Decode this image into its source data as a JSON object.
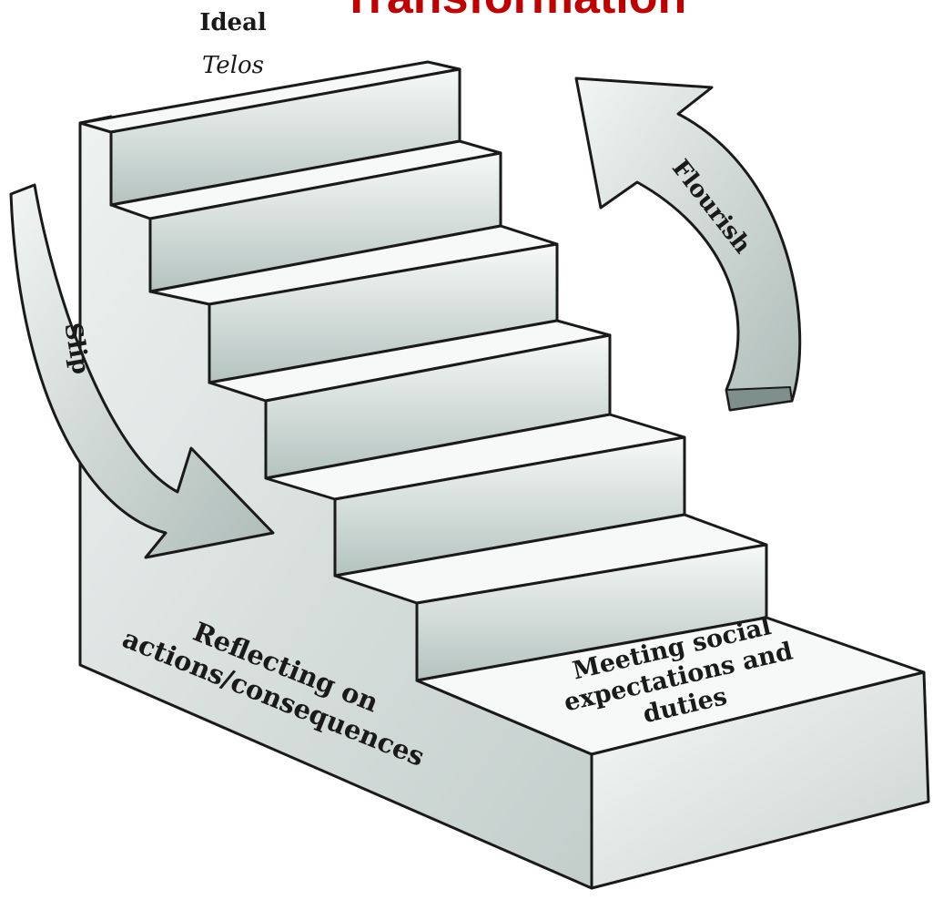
{
  "title": "Transformation",
  "top_label": {
    "ideal": "Ideal",
    "telos": "Telos"
  },
  "arrows": {
    "flourish": "Flourish",
    "slip": "Slip"
  },
  "base_label": {
    "line1": "Meeting social",
    "line2": "expectations and",
    "line3": "duties"
  },
  "side_label": {
    "line1": "Reflecting on",
    "line2": "actions/consequences"
  },
  "colors": {
    "title": "#c00000",
    "stroke": "#1a1a1a",
    "step_front_light": "#f4f7f6",
    "step_front_dark": "#b9c6c3",
    "tread": "#f7f9f8"
  }
}
